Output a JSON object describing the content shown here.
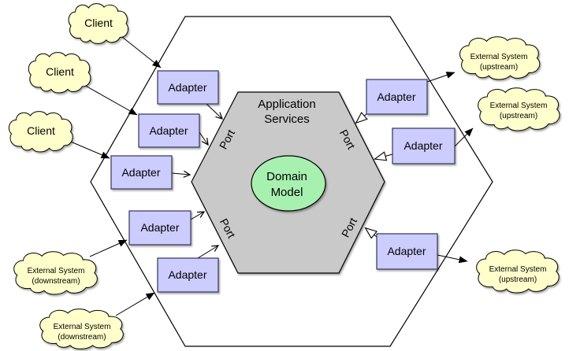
{
  "diagram": {
    "application_hexagon": {
      "line1": "Application",
      "line2": "Services"
    },
    "domain_model": {
      "line1": "Domain",
      "line2": "Model"
    },
    "ports": [
      {
        "label": "Port"
      },
      {
        "label": "Port"
      },
      {
        "label": "Port"
      },
      {
        "label": "Port"
      }
    ],
    "adapters": [
      {
        "label": "Adapter"
      },
      {
        "label": "Adapter"
      },
      {
        "label": "Adapter"
      },
      {
        "label": "Adapter"
      },
      {
        "label": "Adapter"
      },
      {
        "label": "Adapter"
      },
      {
        "label": "Adapter"
      },
      {
        "label": "Adapter"
      }
    ],
    "clients": [
      {
        "label": "Client"
      },
      {
        "label": "Client"
      },
      {
        "label": "Client"
      }
    ],
    "external_systems": {
      "upstream": [
        {
          "line1": "External System",
          "line2": "(upstream)"
        },
        {
          "line1": "External System",
          "line2": "(upstream)"
        },
        {
          "line1": "External System",
          "line2": "(upstream)"
        }
      ],
      "downstream": [
        {
          "line1": "External System",
          "line2": "(downstream)"
        },
        {
          "line1": "External System",
          "line2": "(downstream)"
        }
      ]
    },
    "colors": {
      "cloud_fill": "#FFFFCC",
      "adapter_fill": "#CCCCFF",
      "adapter_stroke": "#333355",
      "hexagon_fill": "#C9C9C9",
      "domain_fill": "#A8F0B0",
      "outline": "#000000"
    },
    "connections": [
      {
        "from": "client-1",
        "to": "adapter-left-1",
        "arrowhead": "solid"
      },
      {
        "from": "client-2",
        "to": "adapter-left-2",
        "arrowhead": "solid"
      },
      {
        "from": "client-3",
        "to": "adapter-left-3",
        "arrowhead": "solid"
      },
      {
        "from": "external-downstream-1",
        "to": "adapter-left-4",
        "arrowhead": "solid"
      },
      {
        "from": "external-downstream-2",
        "to": "adapter-left-5",
        "arrowhead": "solid"
      },
      {
        "from": "adapter-left-1",
        "to": "port-upper-left",
        "arrowhead": "stick"
      },
      {
        "from": "adapter-left-2",
        "to": "port-upper-left",
        "arrowhead": "stick"
      },
      {
        "from": "adapter-left-3",
        "to": "port-upper-left",
        "arrowhead": "stick"
      },
      {
        "from": "adapter-left-4",
        "to": "port-lower-left",
        "arrowhead": "stick"
      },
      {
        "from": "adapter-left-5",
        "to": "port-lower-left",
        "arrowhead": "stick"
      },
      {
        "from": "adapter-right-1",
        "to": "port-upper-right",
        "arrowhead": "hollow"
      },
      {
        "from": "adapter-right-2",
        "to": "port-upper-right",
        "arrowhead": "hollow"
      },
      {
        "from": "adapter-right-3",
        "to": "port-lower-right",
        "arrowhead": "hollow"
      },
      {
        "from": "adapter-right-1",
        "to": "external-upstream-1",
        "arrowhead": "solid"
      },
      {
        "from": "adapter-right-2",
        "to": "external-upstream-2",
        "arrowhead": "solid"
      },
      {
        "from": "adapter-right-3",
        "to": "external-upstream-3",
        "arrowhead": "solid"
      }
    ]
  }
}
